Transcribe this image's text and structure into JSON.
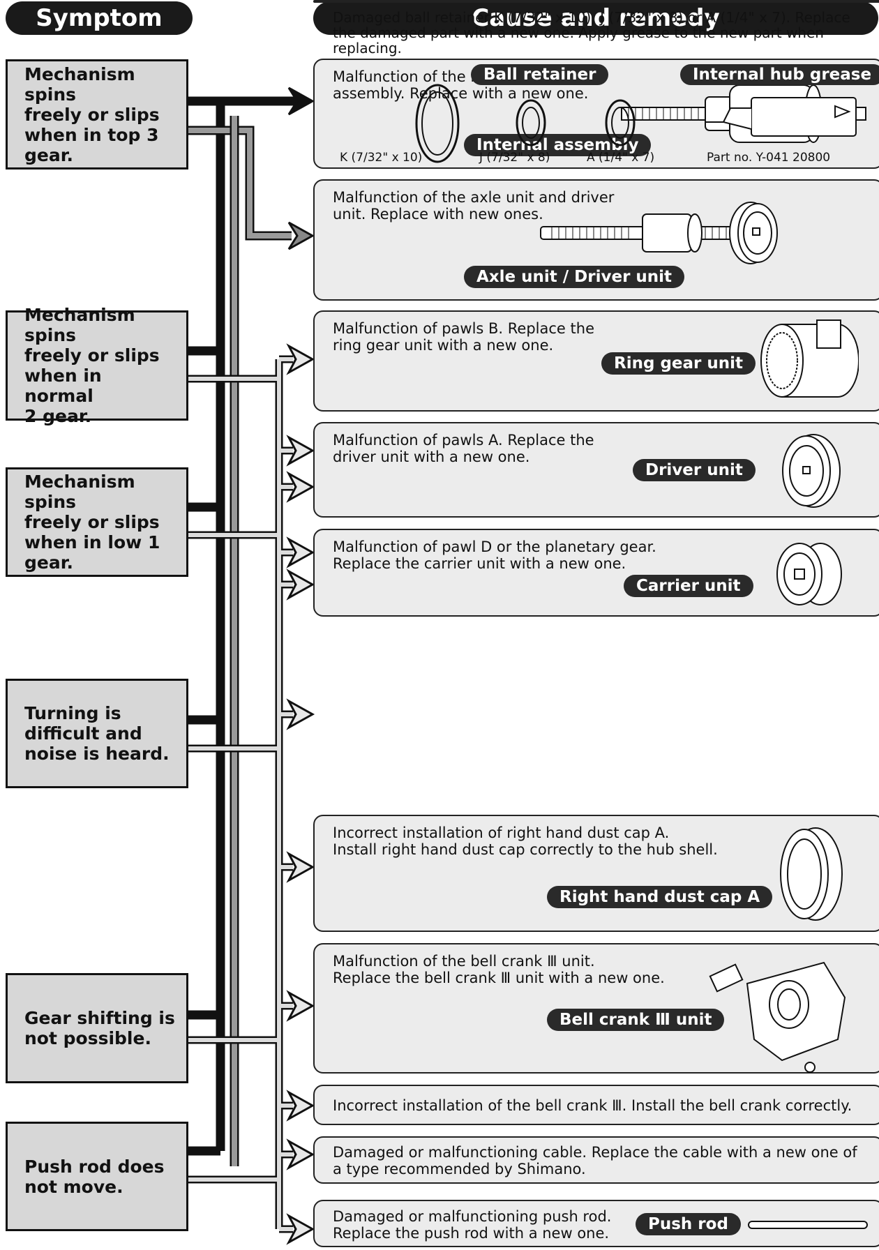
{
  "headers": {
    "symptom": "Symptom",
    "cause": "Cause and remedy"
  },
  "symptoms": [
    "Mechanism spins\nfreely or slips\nwhen in top 3\ngear.",
    "Mechanism spins\nfreely or slips\nwhen in normal\n2 gear.",
    "Mechanism spins\nfreely or slips\nwhen in low 1\ngear.",
    "Turning is\ndifficult and\nnoise is heard.",
    "Gear shifting is\nnot possible.",
    "Push rod does\nnot move."
  ],
  "causes": [
    {
      "text": "Malfunction of the internal\nassembly. Replace with a new one.",
      "part": "Internal assembly"
    },
    {
      "text": "Malfunction of the axle unit and driver\nunit. Replace with new ones.",
      "part": "Axle unit / Driver unit"
    },
    {
      "text": "Malfunction of pawls B. Replace the\nring gear unit with a new one.",
      "part": "Ring gear unit"
    },
    {
      "text": "Malfunction of pawls A. Replace the\ndriver unit with a new one.",
      "part": "Driver unit"
    },
    {
      "text": "Malfunction of pawl D or the planetary gear.\nReplace the carrier unit with a new one.",
      "part": "Carrier unit"
    },
    {
      "text": "Damaged ball retainer K (7/32\" x 10), J (7/32\" x 8) or A (1/4\" x 7). Replace\nthe damaged part with a new one. Apply grease to the new part when\nreplacing.",
      "part": "Ball retainer",
      "part2": "Internal hub grease",
      "labels": [
        "K (7/32\" x 10)",
        "J (7/32\" x 8)",
        "A (1/4\" x 7)",
        "Part no. Y-041 20800"
      ]
    },
    {
      "text": "Incorrect installation of right hand dust cap A.\nInstall right hand dust cap correctly to the hub shell.",
      "part": "Right hand dust cap A"
    },
    {
      "text": "Malfunction of the bell crank Ⅲ unit.\nReplace the bell crank Ⅲ unit with a new one.",
      "part": "Bell crank Ⅲ unit"
    },
    {
      "text": "Incorrect installation of the bell crank Ⅲ. Install the bell crank correctly.",
      "part": ""
    },
    {
      "text": "Damaged or malfunctioning cable. Replace the cable with a new one of\na type recommended by Shimano.",
      "part": ""
    },
    {
      "text": "Damaged or malfunctioning push rod.\nReplace the push rod with a new one.",
      "part": "Push rod"
    }
  ]
}
